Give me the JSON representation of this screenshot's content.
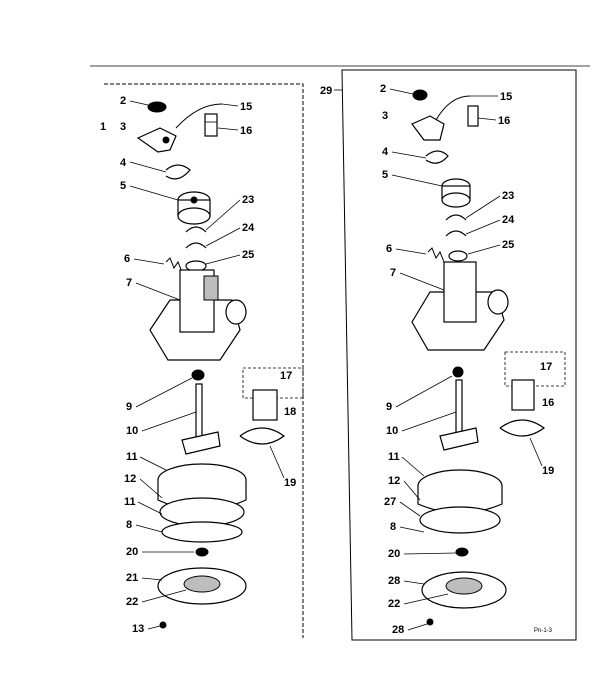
{
  "diagram": {
    "left_assembly_number": "1",
    "right_assembly_number": "29",
    "footer_code": "Pn-1-3",
    "left_callouts": [
      "2",
      "3",
      "4",
      "5",
      "6",
      "7",
      "9",
      "10",
      "11",
      "12",
      "11",
      "8",
      "20",
      "21",
      "22",
      "13",
      "15",
      "16",
      "23",
      "24",
      "25",
      "17",
      "18",
      "19"
    ],
    "right_callouts": [
      "2",
      "3",
      "4",
      "5",
      "6",
      "7",
      "9",
      "10",
      "11",
      "12",
      "27",
      "8",
      "20",
      "28",
      "22",
      "28",
      "15",
      "16",
      "23",
      "24",
      "25",
      "17",
      "16",
      "19"
    ]
  }
}
